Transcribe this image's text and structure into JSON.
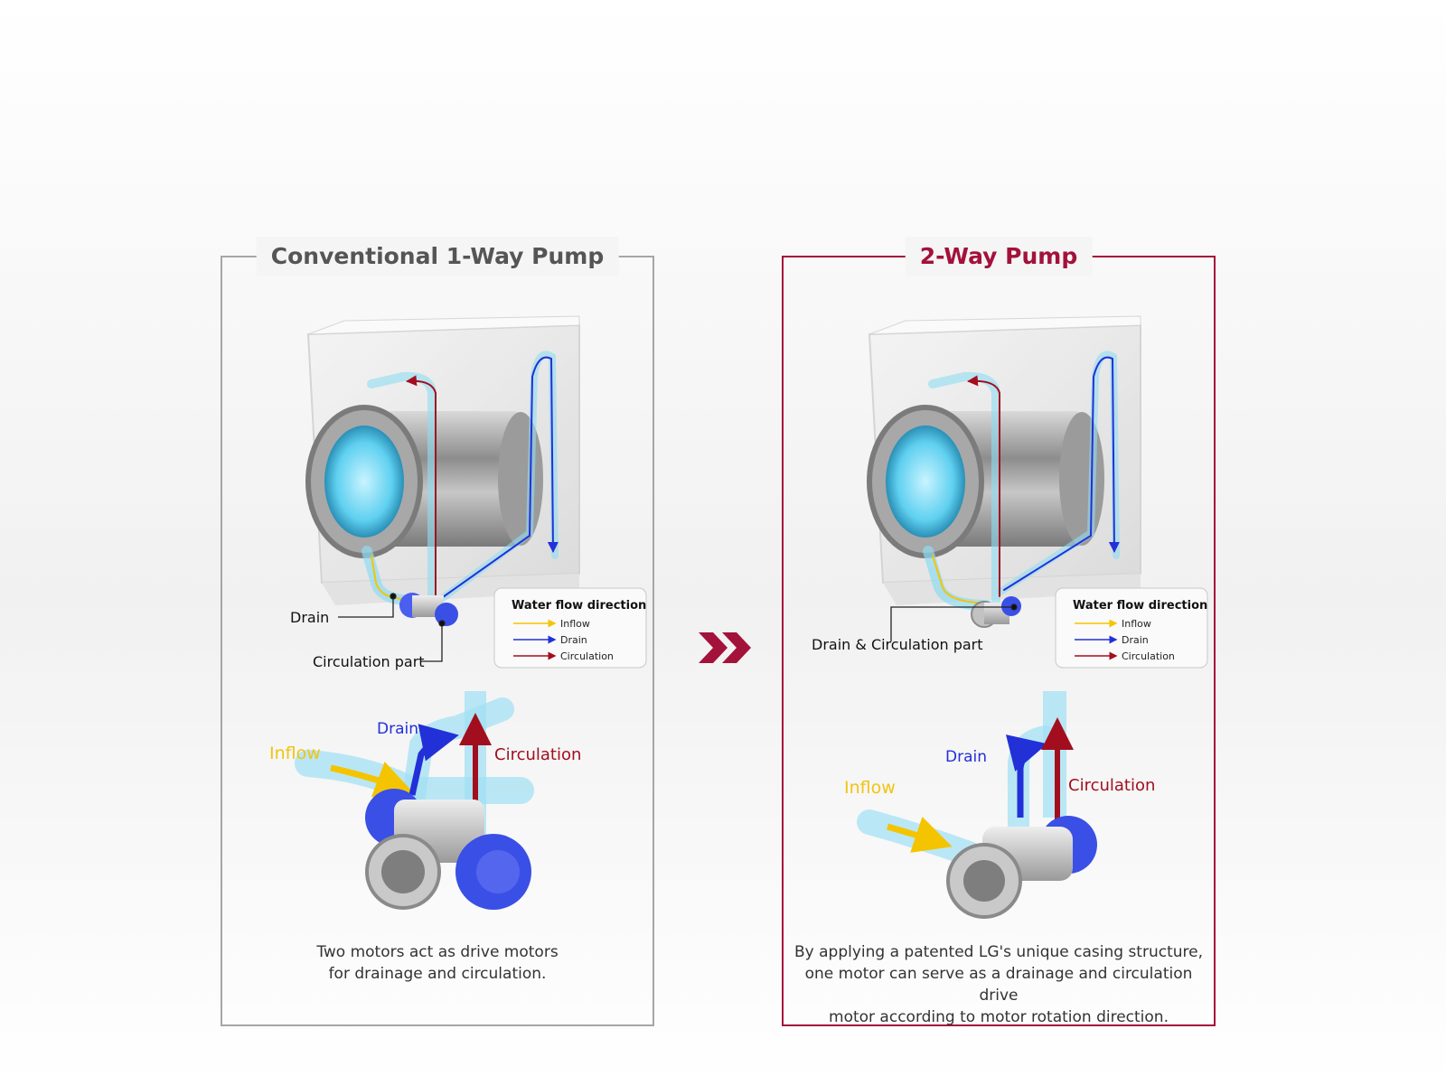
{
  "left": {
    "title": "Conventional 1-Way Pump",
    "callouts": {
      "drain": "Drain",
      "circulation_part": "Circulation part"
    },
    "legend": {
      "title": "Water flow direction",
      "inflow": "Inflow",
      "drain": "Drain",
      "circulation": "Circulation"
    },
    "flow_labels": {
      "inflow": "Inflow",
      "drain": "Drain",
      "circulation": "Circulation"
    },
    "caption": [
      "Two motors act as drive motors",
      "for drainage and circulation."
    ]
  },
  "right": {
    "title": "2-Way Pump",
    "callouts": {
      "drain_circulation_part": "Drain & Circulation part"
    },
    "legend": {
      "title": "Water flow direction",
      "inflow": "Inflow",
      "drain": "Drain",
      "circulation": "Circulation"
    },
    "flow_labels": {
      "inflow": "Inflow",
      "drain": "Drain",
      "circulation": "Circulation"
    },
    "caption": [
      "By applying a patented LG's unique casing structure,",
      "one motor can serve as a drainage and circulation drive",
      "motor according to motor rotation direction."
    ]
  },
  "colors": {
    "brand": "#a3123a",
    "inflow": "#f5c400",
    "drain": "#2230d8",
    "circulation": "#a30e1e",
    "panel_border": "#a6a6a6"
  },
  "icons": {
    "transition": "double-chevron-right-icon"
  }
}
